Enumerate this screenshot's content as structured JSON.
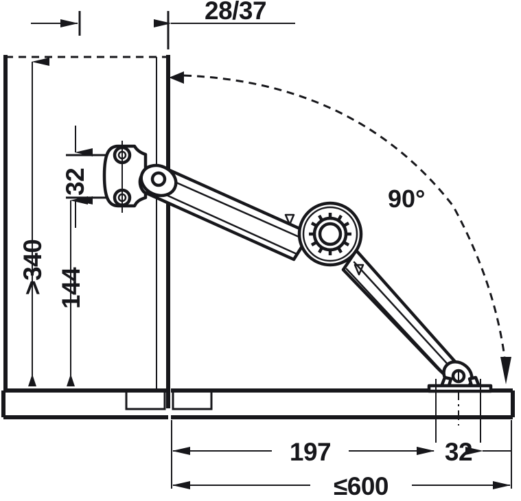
{
  "drawing": {
    "title": "Lift-up flap fitting installation diagram",
    "type": "technical-line-drawing",
    "units": "mm",
    "colors": {
      "line": "#17171b",
      "background": "#ffffff"
    },
    "dimensions": {
      "top_offset": "28/37",
      "cabinet_height_min": ">340",
      "plate_hole_spacing": "32",
      "arm_pivot_height": "144",
      "base_depth_inner": "197",
      "base_bracket_offset": "32",
      "cabinet_width_max": "≤600",
      "opening_angle": "90°"
    },
    "labels": [
      {
        "id": "top-offset",
        "text": "28/37"
      },
      {
        "id": "cabinet-height",
        "text": ">340"
      },
      {
        "id": "hole-spacing",
        "text": "32"
      },
      {
        "id": "pivot-height",
        "text": "144"
      },
      {
        "id": "opening-angle",
        "text": "90°"
      },
      {
        "id": "base-inner-depth",
        "text": "197"
      },
      {
        "id": "base-offset",
        "text": "32"
      },
      {
        "id": "overall-width",
        "text": "≤600"
      }
    ],
    "components": [
      {
        "id": "cabinet-side-panel",
        "name": "Cabinet side panel"
      },
      {
        "id": "cabinet-base-shelf",
        "name": "Cabinet base shelf"
      },
      {
        "id": "mounting-plate",
        "name": "Mounting plate with two screw holes"
      },
      {
        "id": "upper-arm",
        "name": "Upper lever arm"
      },
      {
        "id": "gear-hub",
        "name": "Toothed gear hub joint"
      },
      {
        "id": "lower-arm",
        "name": "Lower lever arm"
      },
      {
        "id": "base-bracket",
        "name": "Base pivot bracket"
      },
      {
        "id": "swing-arc",
        "name": "90 degree opening arc"
      }
    ]
  }
}
